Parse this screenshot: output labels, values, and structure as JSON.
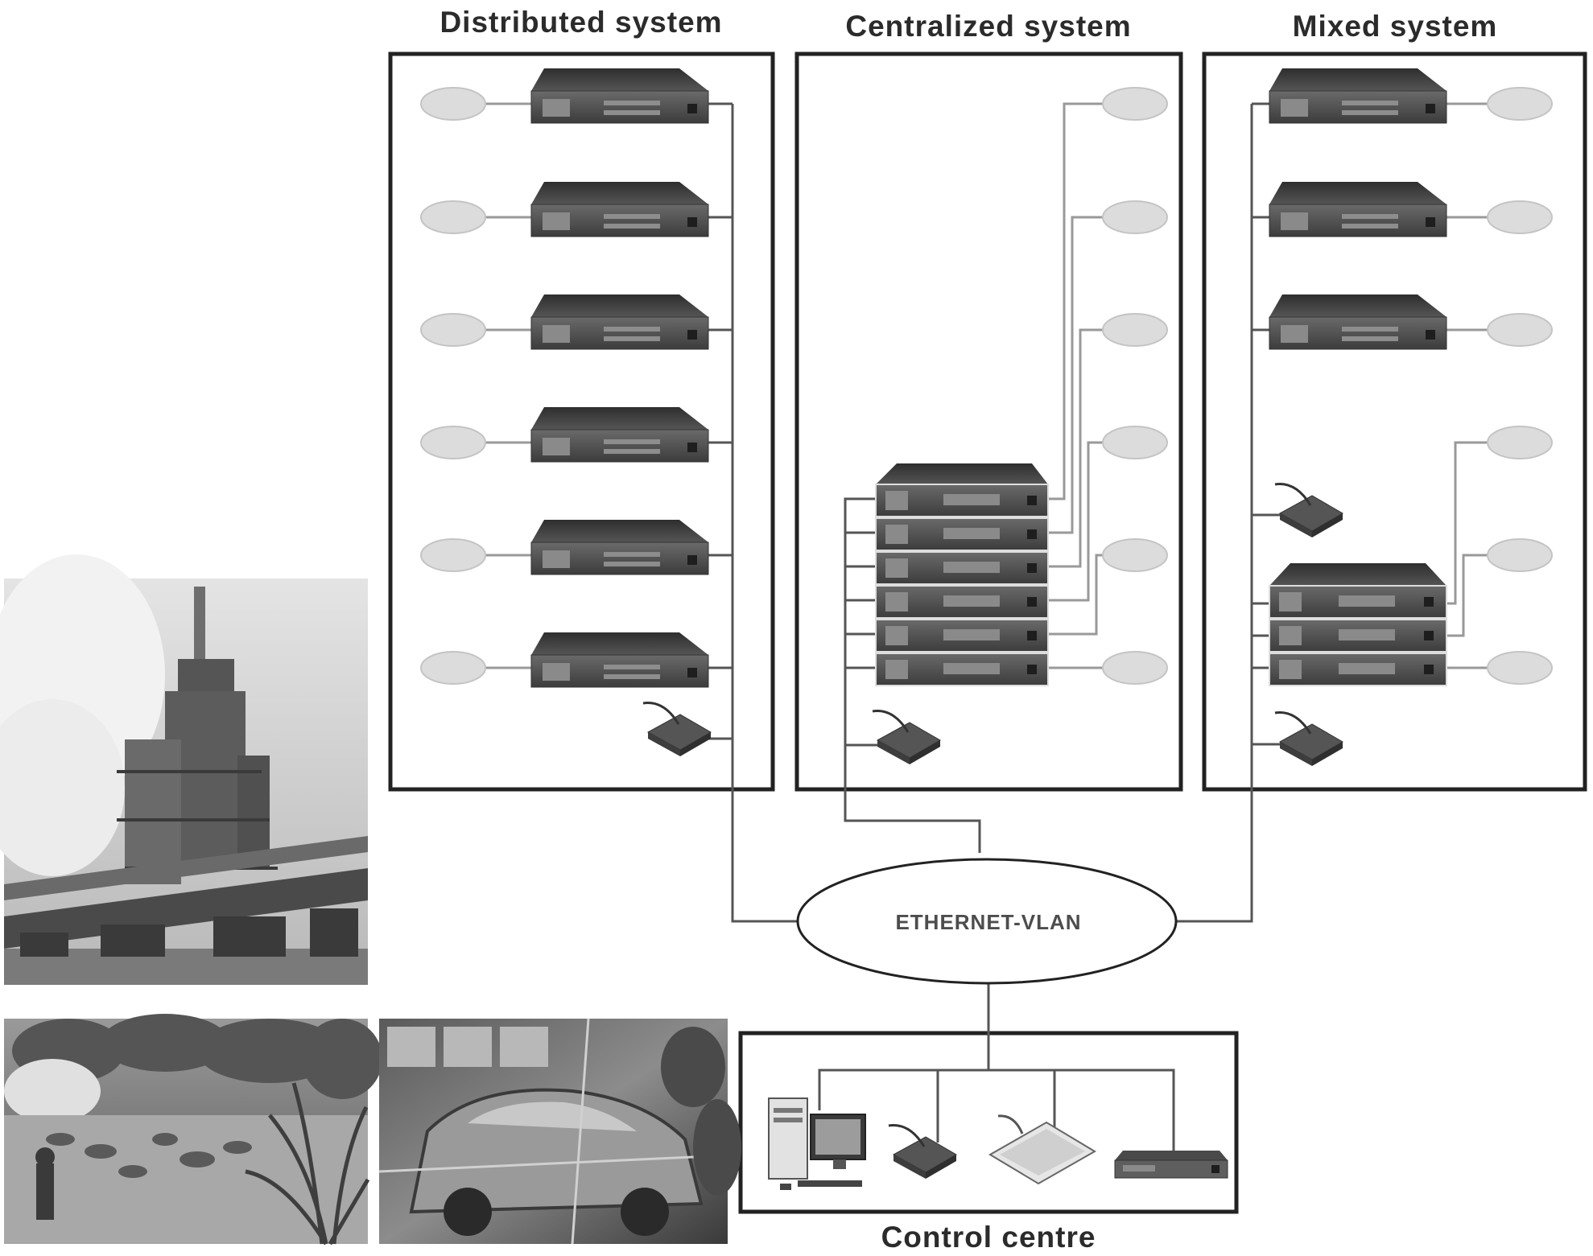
{
  "titles": {
    "distributed": "Distributed system",
    "centralized": "Centralized system",
    "mixed": "Mixed system",
    "control": "Control centre"
  },
  "network": {
    "label": "ETHERNET-VLAN"
  },
  "colors": {
    "frame": "#222222",
    "wire": "#555555",
    "speaker": "#dcdcdc",
    "device": "#555555"
  },
  "icons": {
    "speaker": "speaker-zone-icon",
    "amplifier": "amplifier-unit-icon",
    "microphone": "paging-microphone-icon",
    "computer": "computer-workstation-icon",
    "tablet": "touch-panel-icon",
    "rack": "rack-unit-icon"
  },
  "photos": {
    "industrial": "industrial-plant-photo",
    "park": "park-scene-photo",
    "vehicle": "vehicle-scene-photo"
  }
}
